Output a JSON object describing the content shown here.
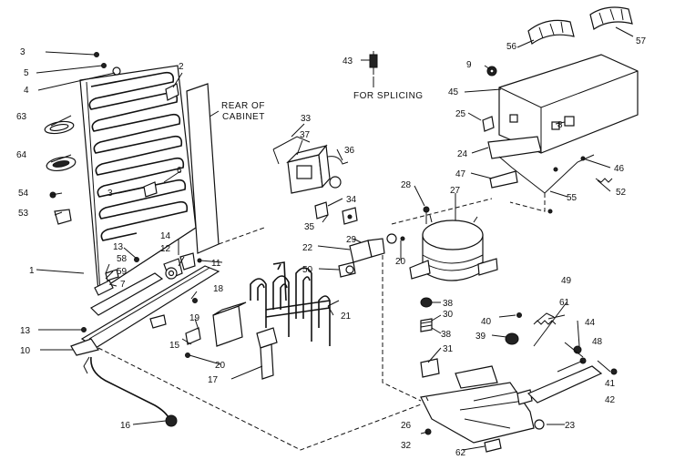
{
  "captions": {
    "rear_of_cabinet_line1": "REAR OF",
    "rear_of_cabinet_line2": "CABINET",
    "for_splicing": "FOR SPLICING"
  },
  "callouts": [
    "1",
    "2",
    "3",
    "3",
    "4",
    "5",
    "6",
    "7",
    "8",
    "9",
    "10",
    "11",
    "12",
    "13",
    "13",
    "14",
    "15",
    "16",
    "17",
    "18",
    "19",
    "20",
    "20",
    "20",
    "21",
    "22",
    "23",
    "24",
    "25",
    "26",
    "27",
    "28",
    "29",
    "30",
    "31",
    "32",
    "33",
    "34",
    "35",
    "36",
    "37",
    "38",
    "38",
    "39",
    "40",
    "41",
    "42",
    "43",
    "44",
    "45",
    "46",
    "47",
    "48",
    "49",
    "50",
    "52",
    "53",
    "54",
    "55",
    "56",
    "57",
    "58",
    "59",
    "61",
    "62",
    "63",
    "64"
  ]
}
